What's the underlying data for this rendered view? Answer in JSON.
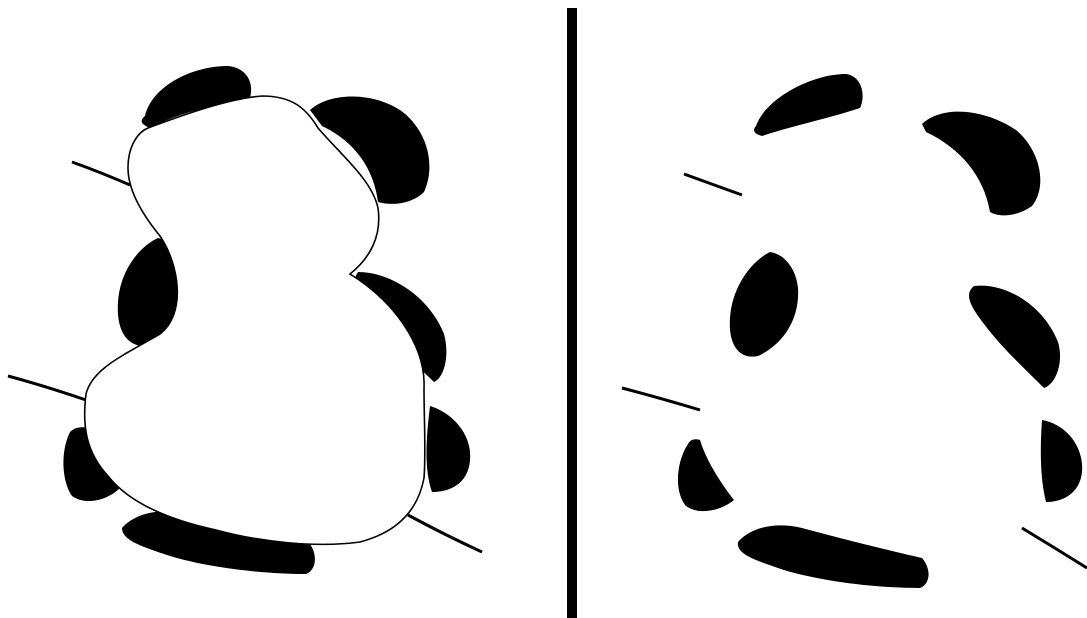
{
  "figure": {
    "background_color": "#ffffff",
    "ink_color": "#000000",
    "panels": [
      {
        "id": "left",
        "content": "blobs-with-outlined-gourd"
      },
      {
        "id": "right",
        "content": "blobs-only"
      }
    ]
  }
}
